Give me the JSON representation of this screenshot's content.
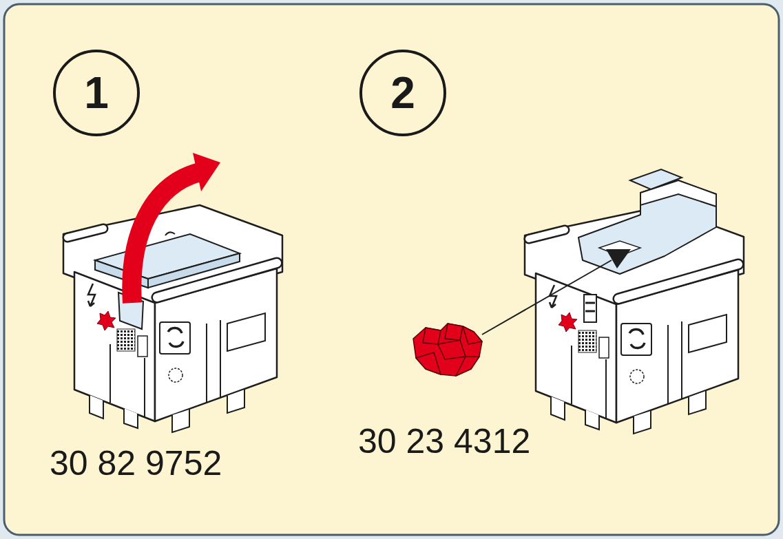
{
  "diagram": {
    "nodes": [
      {
        "text": [
          "1"
        ]
      },
      {
        "text": [
          "2"
        ]
      }
    ],
    "labels": [
      "30 82 9752",
      "30 23 4312"
    ]
  }
}
